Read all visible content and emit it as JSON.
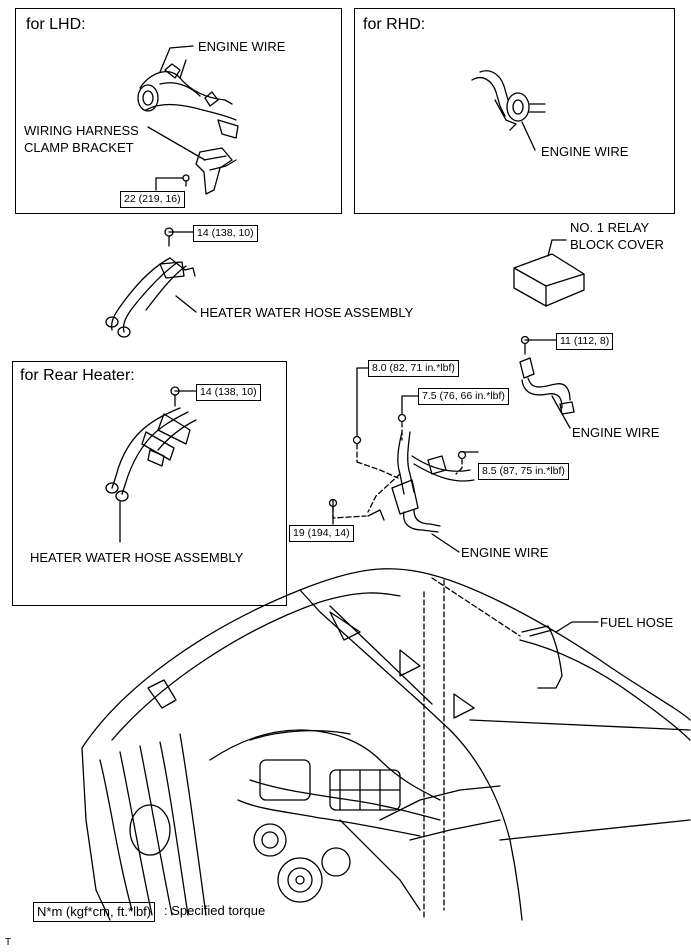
{
  "panels": {
    "lhd": {
      "title": "for LHD:",
      "engine_wire": "ENGINE WIRE",
      "bracket_line1": "WIRING HARNESS",
      "bracket_line2": "CLAMP BRACKET",
      "torque": "22 (219, 16)"
    },
    "rhd": {
      "title": "for RHD:",
      "engine_wire": "ENGINE WIRE"
    },
    "rear_heater": {
      "title": "for Rear Heater:",
      "torque": "14 (138, 10)",
      "hose_label": "HEATER WATER HOSE ASSEMBLY"
    }
  },
  "labels": {
    "heater_hose": "HEATER WATER HOSE ASSEMBLY",
    "relay_cover_line1": "NO. 1 RELAY",
    "relay_cover_line2": "BLOCK COVER",
    "engine_wire_right": "ENGINE WIRE",
    "engine_wire_center": "ENGINE WIRE",
    "fuel_hose": "FUEL HOSE"
  },
  "torques": {
    "heater_bolt": "14 (138, 10)",
    "relay_nut": "11 (112, 8)",
    "t_8_0": "8.0 (82, 71 in.*lbf)",
    "t_7_5": "7.5 (76, 66 in.*lbf)",
    "t_8_5": "8.5 (87, 75 in.*lbf)",
    "t_19": "19 (194, 14)"
  },
  "legend": {
    "box": "N*m (kgf*cm, ft.*lbf)",
    "text": ": Specified torque"
  },
  "footer_mark": "T"
}
